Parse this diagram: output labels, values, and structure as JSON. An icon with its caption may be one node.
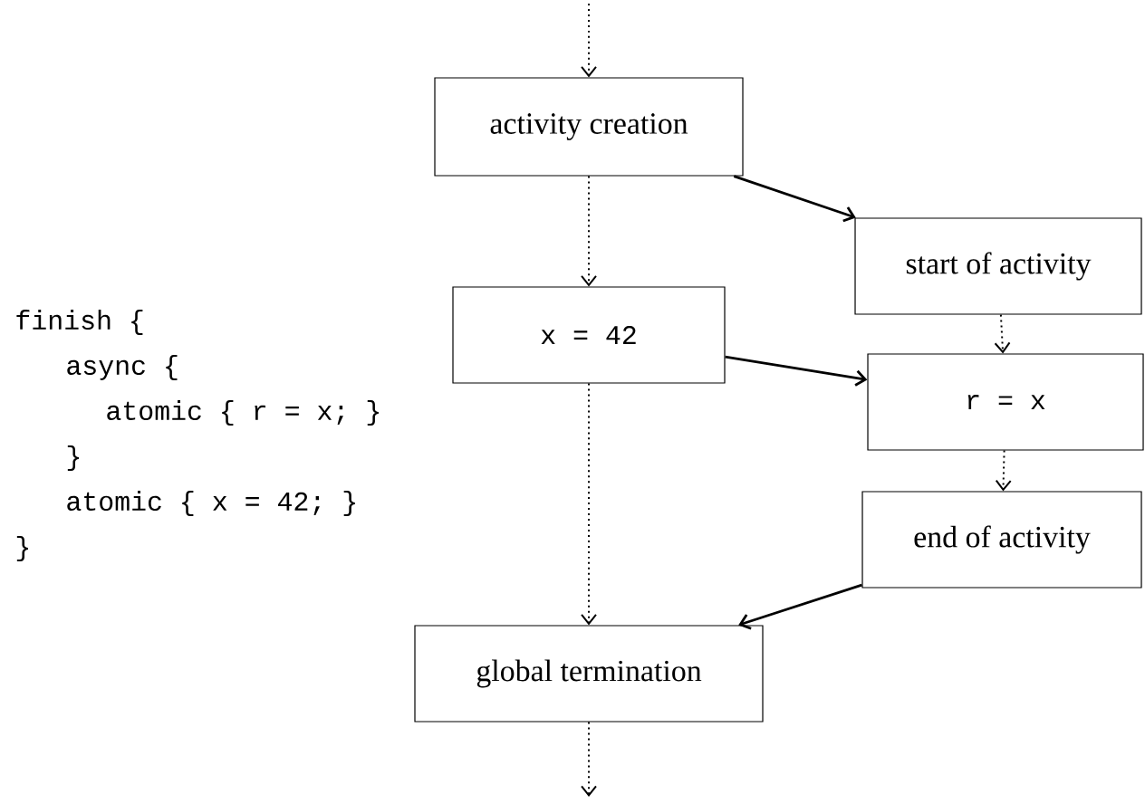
{
  "diagram": {
    "nodes": [
      {
        "text": [
          "activity creation"
        ]
      },
      {
        "text": [
          "start of activity"
        ]
      },
      {
        "text": [
          "x = 42"
        ]
      },
      {
        "text": [
          "r = x"
        ]
      },
      {
        "text": [
          "end of activity"
        ]
      },
      {
        "text": [
          "global termination"
        ]
      }
    ],
    "edges": [
      {
        "from": null,
        "to": 0,
        "arrow": "to",
        "style": "dashed"
      },
      {
        "from": 0,
        "to": 2,
        "arrow": "to",
        "style": "dashed"
      },
      {
        "from": 2,
        "to": 5,
        "arrow": "to",
        "style": "dashed"
      },
      {
        "from": 5,
        "to": null,
        "arrow": "to",
        "style": "dashed"
      },
      {
        "from": 0,
        "to": 1,
        "arrow": "to"
      },
      {
        "from": 1,
        "to": 3,
        "arrow": "to",
        "style": "dashed"
      },
      {
        "from": 3,
        "to": 4,
        "arrow": "to",
        "style": "dashed"
      },
      {
        "from": 2,
        "to": 3,
        "arrow": "to"
      },
      {
        "from": 4,
        "to": 5,
        "arrow": "to"
      }
    ],
    "labels": [
      "finish {",
      "async {",
      "atomic { r = x; }",
      "}",
      "atomic { x = 42; }",
      "}"
    ]
  }
}
